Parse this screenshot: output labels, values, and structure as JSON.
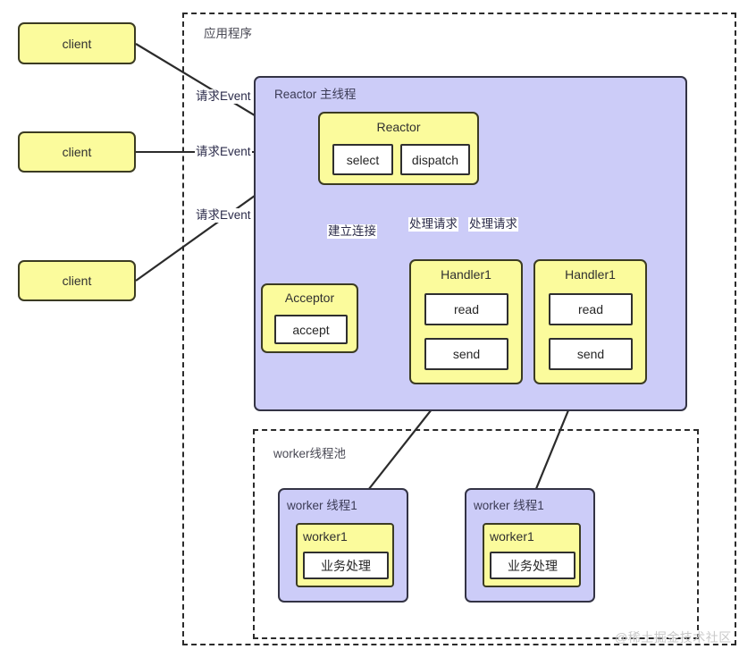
{
  "diagram": {
    "title_watermark": "@稀土掘金技术社区",
    "outer_container": {
      "label": "应用程序"
    },
    "reactor_thread_container": {
      "label": "Reactor 主线程"
    },
    "worker_pool_container": {
      "label": "worker线程池"
    },
    "clients": [
      {
        "label": "client"
      },
      {
        "label": "client"
      },
      {
        "label": "client"
      }
    ],
    "reactor": {
      "title": "Reactor",
      "ops": [
        "select",
        "dispatch"
      ]
    },
    "acceptor": {
      "title": "Acceptor",
      "ops": [
        "accept"
      ]
    },
    "handlers": [
      {
        "title": "Handler1",
        "ops": [
          "read",
          "send"
        ]
      },
      {
        "title": "Handler1",
        "ops": [
          "read",
          "send"
        ]
      }
    ],
    "worker_threads": [
      {
        "title": "worker 线程1",
        "worker": {
          "title": "worker1",
          "op": "业务处理"
        }
      },
      {
        "title": "worker 线程1",
        "worker": {
          "title": "worker1",
          "op": "业务处理"
        }
      }
    ],
    "edge_labels": {
      "request_event_1": "请求Event",
      "request_event_2": "请求Event",
      "request_event_3": "请求Event",
      "establish_connection": "建立连接",
      "handle_request_1": "处理请求",
      "handle_request_2": "处理请求"
    },
    "colors": {
      "yellow_fill": "#fbfb9c",
      "purple_fill": "#ccccf8",
      "stroke_dark": "#2b2b2b",
      "white_fill": "#ffffff"
    }
  }
}
